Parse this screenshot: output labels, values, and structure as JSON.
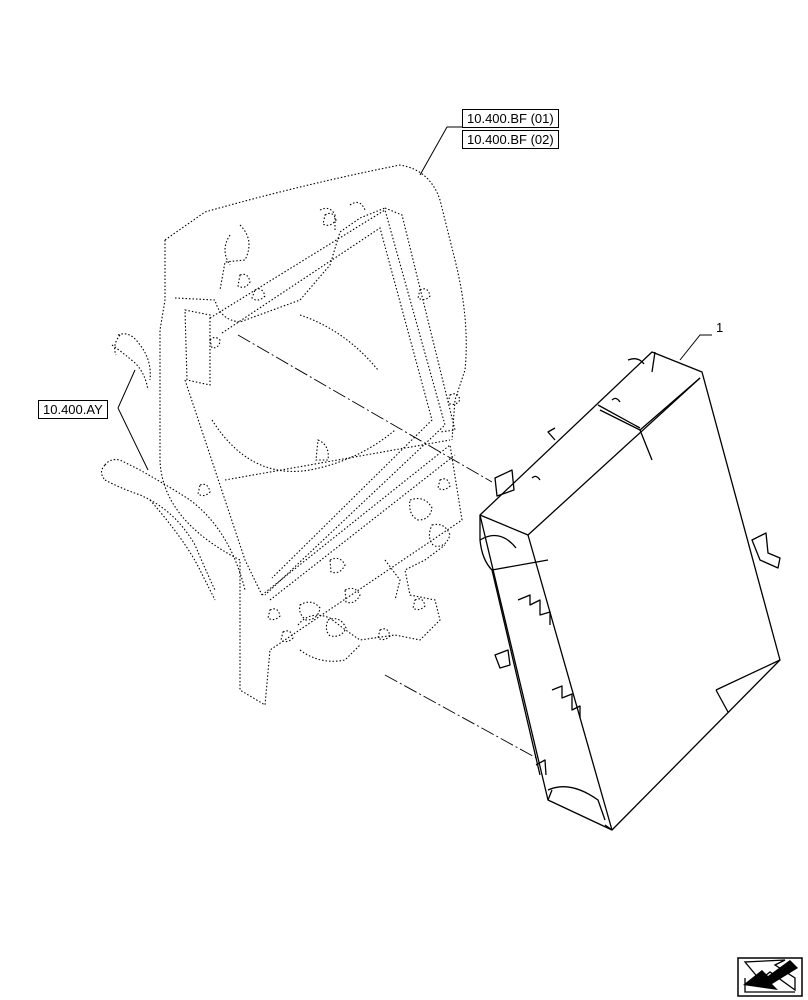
{
  "references": {
    "bf_01": "10.400.BF (01)",
    "bf_02": "10.400.BF (02)",
    "ay": "10.400.AY"
  },
  "callouts": {
    "item_1": "1"
  },
  "navigation": {
    "icon": "arrow-back-icon"
  }
}
